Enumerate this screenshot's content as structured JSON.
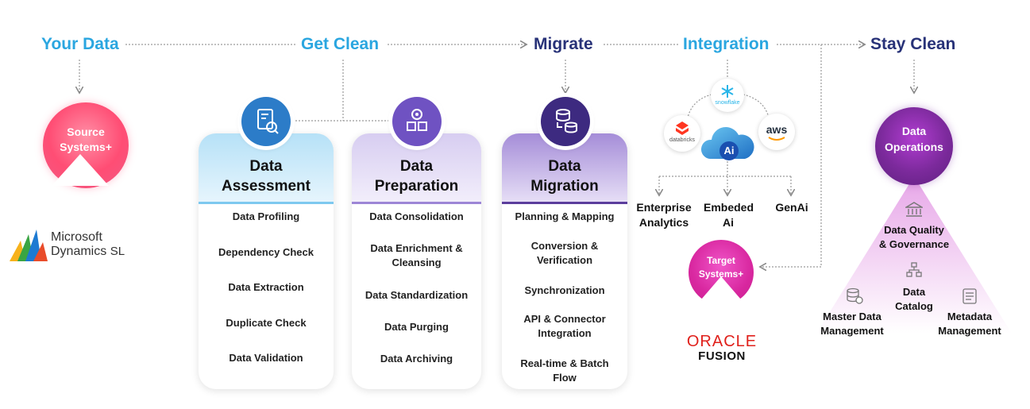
{
  "stages": {
    "your_data": "Your Data",
    "get_clean": "Get Clean",
    "migrate": "Migrate",
    "integration": "Integration",
    "stay_clean": "Stay Clean"
  },
  "source": {
    "label_line1": "Source",
    "label_line2": "Systems+",
    "logo_line1": "Microsoft",
    "logo_line2": "Dynamics",
    "logo_suffix": "SL"
  },
  "columns": [
    {
      "title_line1": "Data",
      "title_line2": "Assessment",
      "items": [
        "Data Profiling",
        "Dependency Check",
        "Data Extraction",
        "Duplicate Check",
        "Data Validation"
      ]
    },
    {
      "title_line1": "Data",
      "title_line2": "Preparation",
      "items": [
        "Data Consolidation",
        "Data Enrichment &",
        "Cleansing",
        "Data Standardization",
        "Data Purging",
        "Data Archiving"
      ]
    },
    {
      "title_line1": "Data",
      "title_line2": "Migration",
      "items": [
        "Planning & Mapping",
        "Conversion &",
        "Verification",
        "Synchronization",
        "API & Connector",
        "Integration",
        "Real-time & Batch",
        "Flow"
      ]
    }
  ],
  "integration": {
    "snowflake": "snowflake",
    "databricks": "databricks",
    "aws": "aws",
    "ai": "Ai",
    "outputs": {
      "enterprise_line1": "Enterprise",
      "enterprise_line2": "Analytics",
      "embeded_line1": "Embeded",
      "embeded_line2": "Ai",
      "genai": "GenAi"
    },
    "target_line1": "Target",
    "target_line2": "Systems+",
    "oracle": "ORACLE",
    "fusion": "FUSION"
  },
  "stay_clean": {
    "ops_line1": "Data",
    "ops_line2": "Operations",
    "quality_line1": "Data Quality",
    "quality_line2": "& Governance",
    "catalog_line1": "Data",
    "catalog_line2": "Catalog",
    "master_line1": "Master Data",
    "master_line2": "Management",
    "metadata_line1": "Metadata",
    "metadata_line2": "Management"
  },
  "colors": {
    "stage_blue": "#2aa6e0",
    "stage_navy": "#283278",
    "assessment": "#7ec9ef",
    "preparation": "#9d86d6",
    "migration": "#5b3d9c",
    "source": "#ff4d74",
    "target": "#d8279f",
    "operations": "#7c2a9c"
  }
}
